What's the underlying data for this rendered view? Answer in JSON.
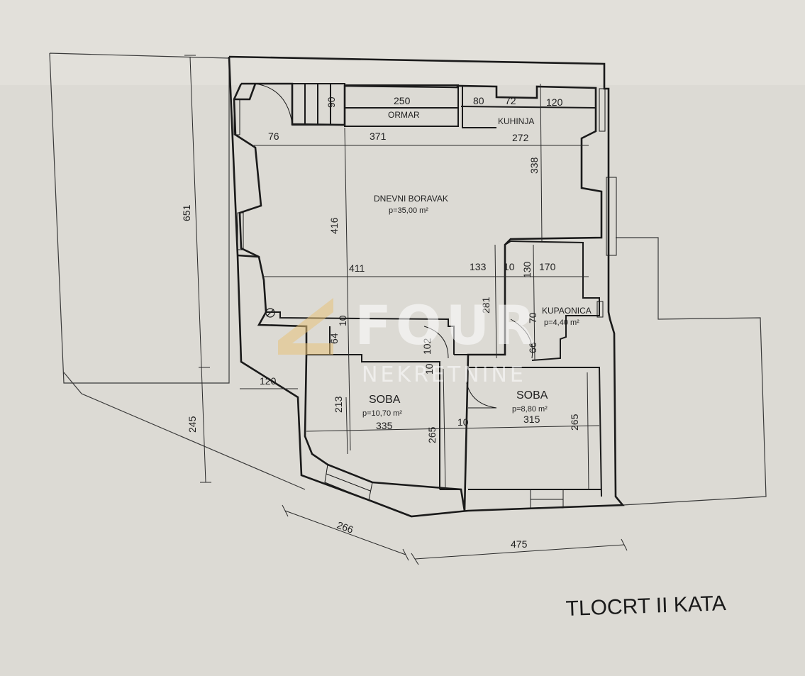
{
  "title": "TLOCRT  II KATA",
  "watermark": {
    "brand": "FOUR",
    "sub": "NEKRETNINE"
  },
  "rooms": [
    {
      "name": "ORMAR",
      "area": ""
    },
    {
      "name": "KUHINJA",
      "area": ""
    },
    {
      "name": "DNEVNI BORAVAK",
      "area": "p=35,00 m²"
    },
    {
      "name": "KUPAONICA",
      "area": "p=4,40  m²"
    },
    {
      "name": "SOBA",
      "area": "p=10,70 m²"
    },
    {
      "name": "SOBA",
      "area": "p=8,80 m²"
    }
  ],
  "dimensions": {
    "d250": "250",
    "d90": "90",
    "d80": "80",
    "d72": "72",
    "d120a": "120",
    "d76": "76",
    "d371": "371",
    "d272": "272",
    "d338": "338",
    "d651": "651",
    "d416": "416",
    "d411": "411",
    "d133": "133",
    "d10a": "10",
    "d130": "130",
    "d170": "170",
    "d281": "281",
    "d70": "70",
    "d66": "66",
    "d64": "64",
    "d10b": "10",
    "d102": "102",
    "d10c": "10",
    "d120b": "120",
    "d213": "213",
    "d335": "335",
    "d265a": "265",
    "d10d": "10",
    "d315": "315",
    "d265b": "265",
    "d245": "245",
    "d266": "266",
    "d475": "475"
  }
}
